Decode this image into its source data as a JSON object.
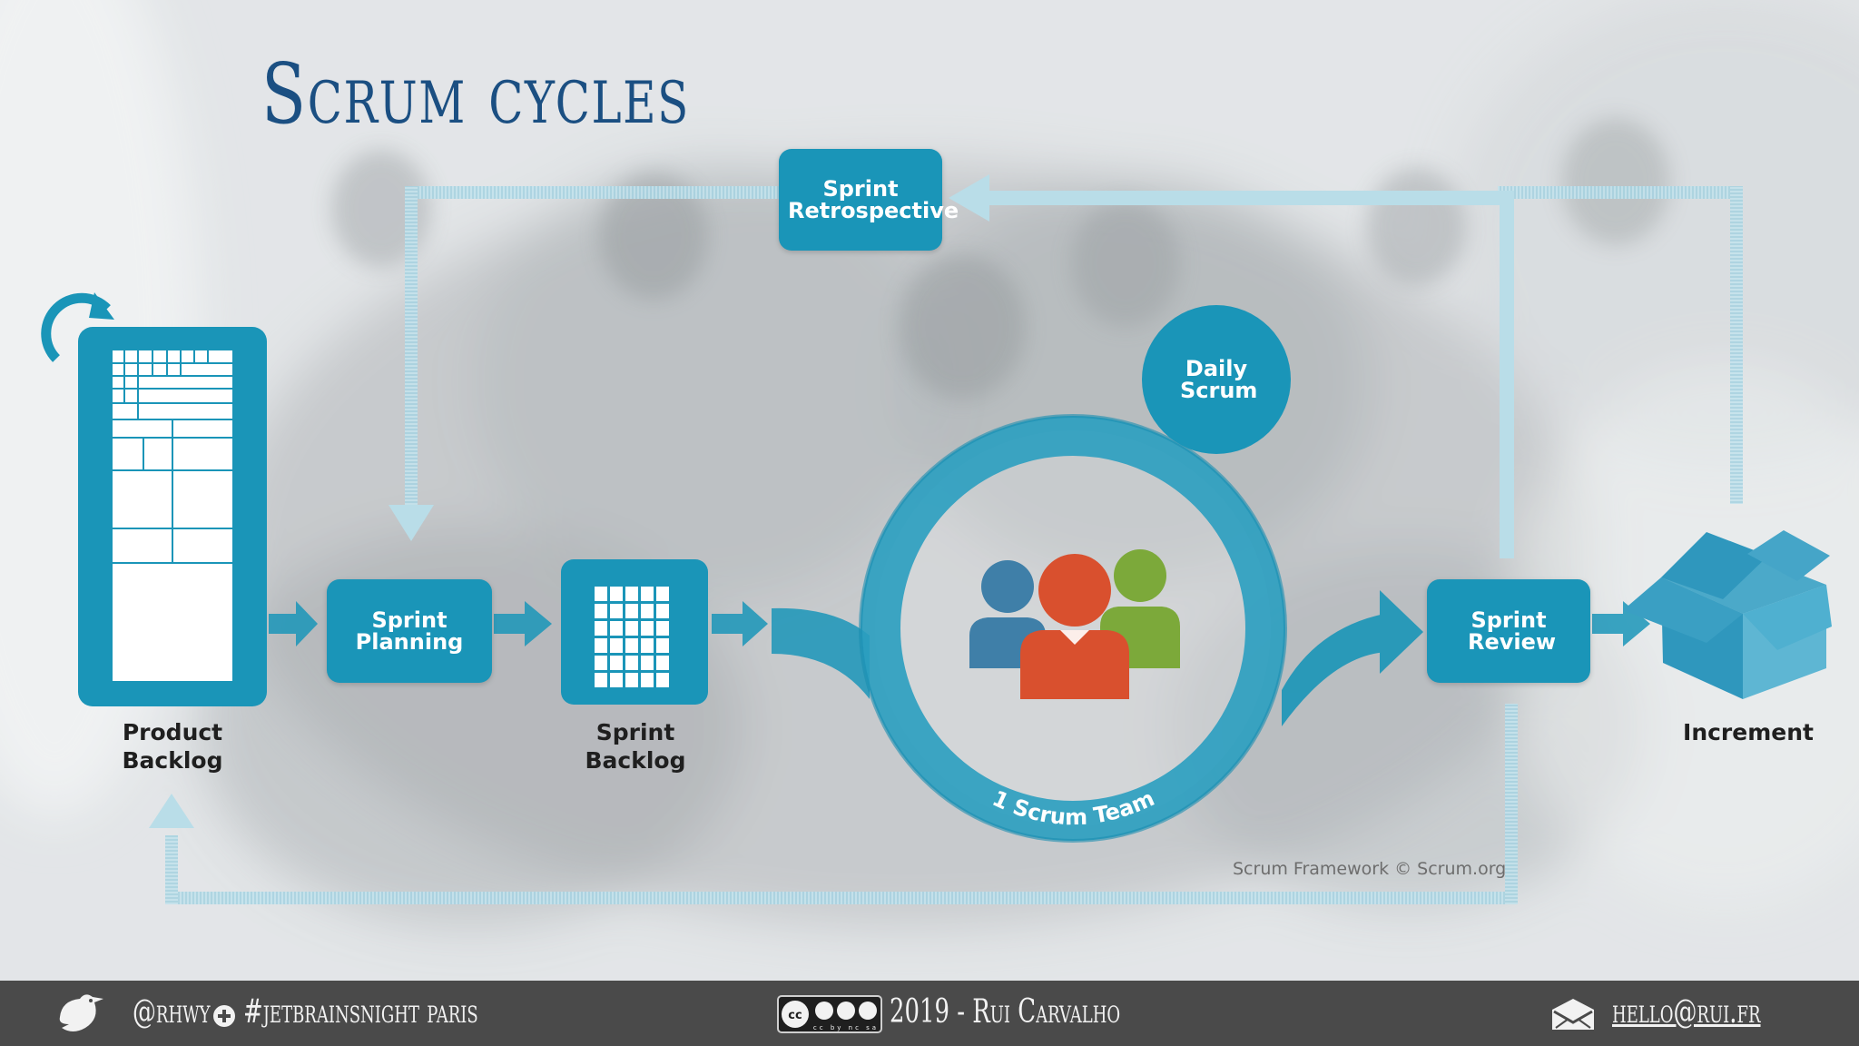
{
  "slide": {
    "title": "Scrum cycles"
  },
  "diagram": {
    "retrospective": "Sprint Retrospective",
    "daily_scrum": "Daily Scrum",
    "sprint_planning": "Sprint Planning",
    "sprint_review": "Sprint Review",
    "product_backlog": "Product Backlog",
    "sprint_backlog": "Sprint Backlog",
    "increment": "Increment",
    "team": "1 Scrum Team",
    "credit": "Scrum Framework © Scrum.org"
  },
  "colors": {
    "primary": "#1a95b8",
    "title": "#1b4f82",
    "light_arrow": "#b9dde8",
    "member_blue": "#3f7fa8",
    "member_red": "#d9502e",
    "member_green": "#7ca93a",
    "footer": "#4a4a4a"
  },
  "footer": {
    "handle": "@rhwy",
    "hashtag": "#jetbrainsnight paris",
    "license_badge": "cc by nc sa",
    "copyright": "2019 - Rui Carvalho",
    "email": "hello@rui.fr",
    "icons": [
      "bird-icon",
      "plus-icon",
      "creative-commons-icon",
      "envelope-icon"
    ]
  }
}
